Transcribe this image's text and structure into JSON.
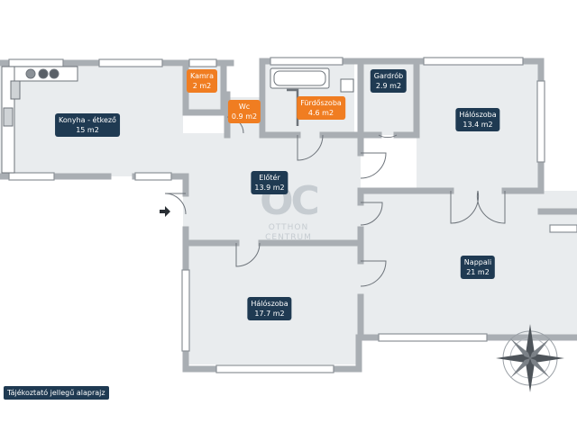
{
  "colors": {
    "floor": "#e9ecee",
    "wall": "#a9aeb3",
    "wall_dark": "#6d737a",
    "label_dark": "#1f3a52",
    "label_orange": "#f07d21"
  },
  "rooms": {
    "konyha": {
      "name": "Konyha - étkező",
      "area": "15 m2"
    },
    "kamra": {
      "name": "Kamra",
      "area": "2 m2"
    },
    "wc": {
      "name": "Wc",
      "area": "0.9 m2"
    },
    "furdoszoba": {
      "name": "Fürdőszoba",
      "area": "4.6 m2"
    },
    "gardrob": {
      "name": "Gardrób",
      "area": "2.9 m2"
    },
    "haloszoba_1": {
      "name": "Hálószoba",
      "area": "13.4 m2"
    },
    "eloter": {
      "name": "Előtér",
      "area": "13.9 m2"
    },
    "nappali": {
      "name": "Nappali",
      "area": "21 m2"
    },
    "haloszoba_2": {
      "name": "Hálószoba",
      "area": "17.7 m2"
    }
  },
  "watermark": {
    "logo": "OC",
    "line1": "OTTHON",
    "line2": "CENTRUM"
  },
  "note": "Tájékoztató jellegű alaprajz",
  "icons": {
    "entrance": "entrance-arrow-icon",
    "compass": "compass-rose-icon"
  }
}
